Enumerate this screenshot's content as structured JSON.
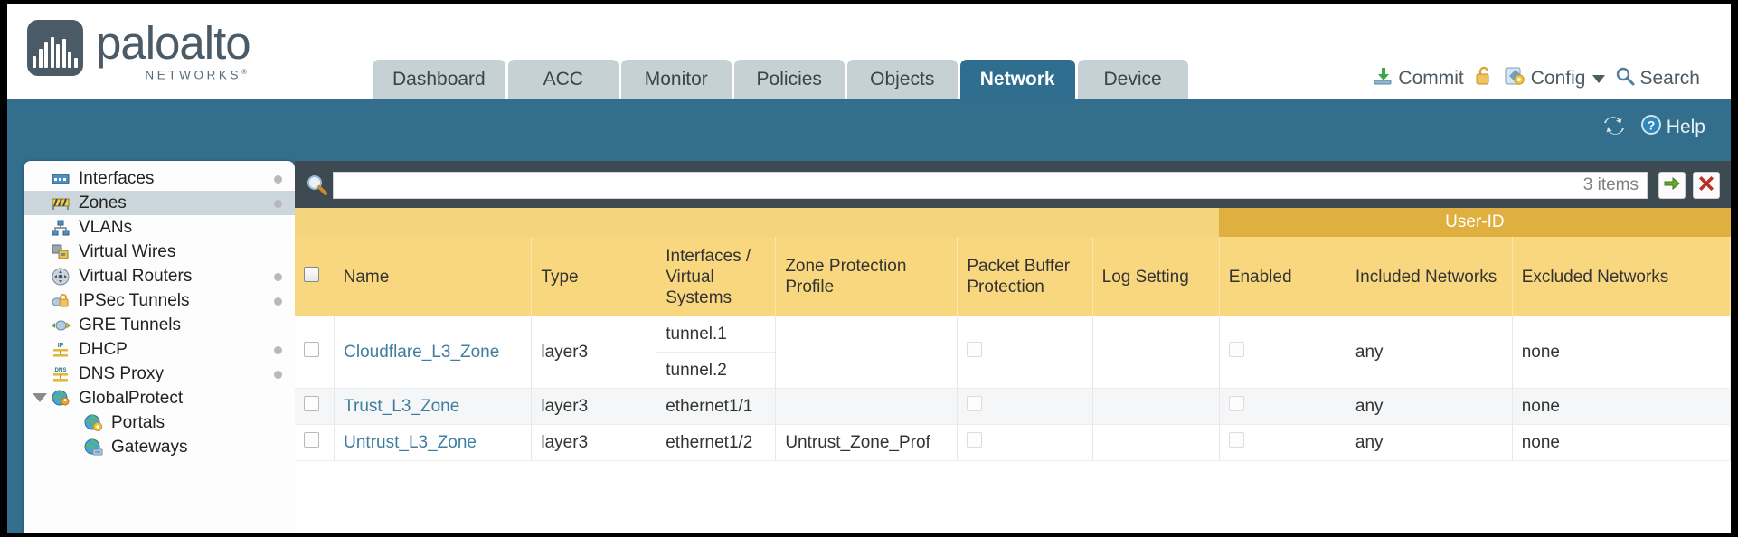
{
  "brand": {
    "name": "paloalto",
    "sub": "NETWORKS",
    "reg": "®"
  },
  "nav": {
    "tabs": [
      {
        "label": "Dashboard",
        "active": false
      },
      {
        "label": "ACC",
        "active": false
      },
      {
        "label": "Monitor",
        "active": false
      },
      {
        "label": "Policies",
        "active": false
      },
      {
        "label": "Objects",
        "active": false
      },
      {
        "label": "Network",
        "active": true
      },
      {
        "label": "Device",
        "active": false
      }
    ]
  },
  "header_actions": {
    "commit": "Commit",
    "config": "Config",
    "search": "Search"
  },
  "band": {
    "help": "Help"
  },
  "sidebar": {
    "items": [
      {
        "label": "Interfaces",
        "icon": "interfaces-icon",
        "selected": false,
        "dot": true,
        "child": false,
        "expander": false
      },
      {
        "label": "Zones",
        "icon": "zones-icon",
        "selected": true,
        "dot": true,
        "child": false,
        "expander": false
      },
      {
        "label": "VLANs",
        "icon": "vlans-icon",
        "selected": false,
        "dot": false,
        "child": false,
        "expander": false
      },
      {
        "label": "Virtual Wires",
        "icon": "virtual-wires-icon",
        "selected": false,
        "dot": false,
        "child": false,
        "expander": false
      },
      {
        "label": "Virtual Routers",
        "icon": "virtual-routers-icon",
        "selected": false,
        "dot": true,
        "child": false,
        "expander": false
      },
      {
        "label": "IPSec Tunnels",
        "icon": "ipsec-tunnels-icon",
        "selected": false,
        "dot": true,
        "child": false,
        "expander": false
      },
      {
        "label": "GRE Tunnels",
        "icon": "gre-tunnels-icon",
        "selected": false,
        "dot": false,
        "child": false,
        "expander": false
      },
      {
        "label": "DHCP",
        "icon": "dhcp-icon",
        "selected": false,
        "dot": true,
        "child": false,
        "expander": false
      },
      {
        "label": "DNS Proxy",
        "icon": "dns-proxy-icon",
        "selected": false,
        "dot": true,
        "child": false,
        "expander": false
      },
      {
        "label": "GlobalProtect",
        "icon": "globalprotect-icon",
        "selected": false,
        "dot": false,
        "child": false,
        "expander": true
      },
      {
        "label": "Portals",
        "icon": "portals-icon",
        "selected": false,
        "dot": false,
        "child": true,
        "expander": false
      },
      {
        "label": "Gateways",
        "icon": "gateways-icon",
        "selected": false,
        "dot": false,
        "child": true,
        "expander": false
      }
    ]
  },
  "search": {
    "value": "",
    "placeholder": "",
    "items_count": "3 items"
  },
  "table": {
    "group_header": "User-ID",
    "columns": [
      "Name",
      "Type",
      "Interfaces / Virtual Systems",
      "Zone Protection Profile",
      "Packet Buffer Protection",
      "Log Setting",
      "Enabled",
      "Included Networks",
      "Excluded Networks"
    ],
    "rows": [
      {
        "selected": false,
        "name": "Cloudflare_L3_Zone",
        "type": "layer3",
        "interfaces": [
          "tunnel.1",
          "tunnel.2"
        ],
        "zone_protection_profile": "",
        "packet_buffer_protection": false,
        "log_setting": "",
        "userid_enabled": false,
        "included_networks": "any",
        "excluded_networks": "none"
      },
      {
        "selected": false,
        "name": "Trust_L3_Zone",
        "type": "layer3",
        "interfaces": [
          "ethernet1/1"
        ],
        "zone_protection_profile": "",
        "packet_buffer_protection": false,
        "log_setting": "",
        "userid_enabled": false,
        "included_networks": "any",
        "excluded_networks": "none"
      },
      {
        "selected": false,
        "name": "Untrust_L3_Zone",
        "type": "layer3",
        "interfaces": [
          "ethernet1/2"
        ],
        "zone_protection_profile": "Untrust_Zone_Prof",
        "packet_buffer_protection": false,
        "log_setting": "",
        "userid_enabled": false,
        "included_networks": "any",
        "excluded_networks": "none"
      }
    ]
  },
  "colors": {
    "brand_slate": "#4a5a66",
    "band_blue": "#336e8c",
    "tab_active": "#2f6e8f",
    "tab_inactive": "#c5d1d4",
    "header_gold": "#f8d77f",
    "group_gold": "#dfb03f",
    "link_blue": "#3f7e9e",
    "panel_dark": "#3e4a52"
  }
}
